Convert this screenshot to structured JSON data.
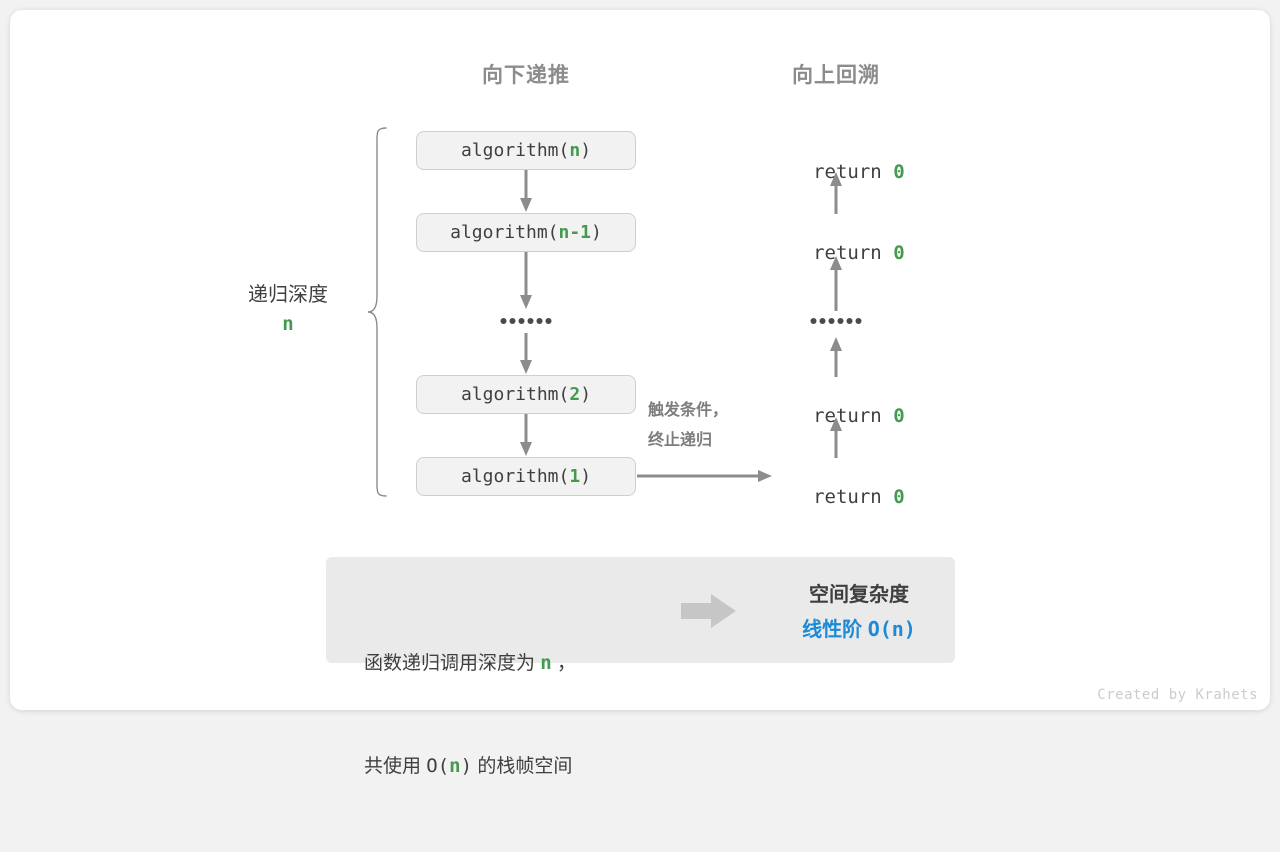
{
  "headers": {
    "down": "向下递推",
    "up": "向上回溯"
  },
  "depth_label": {
    "text": "递归深度",
    "value": "n"
  },
  "call_stack": [
    {
      "prefix": "algorithm(",
      "arg": "n",
      "suffix": ")"
    },
    {
      "prefix": "algorithm(",
      "arg": "n-1",
      "suffix": ")"
    },
    {
      "ellipsis": true
    },
    {
      "prefix": "algorithm(",
      "arg": "2",
      "suffix": ")"
    },
    {
      "prefix": "algorithm(",
      "arg": "1",
      "suffix": ")"
    }
  ],
  "returns": [
    {
      "text": "return ",
      "value": "0"
    },
    {
      "text": "return ",
      "value": "0"
    },
    {
      "ellipsis": true
    },
    {
      "text": "return ",
      "value": "0"
    },
    {
      "text": "return ",
      "value": "0"
    }
  ],
  "trigger_note": {
    "line1": "触发条件，",
    "line2": "终止递归"
  },
  "summary": {
    "left_line1_a": "函数递归调用深度为 ",
    "left_line1_n": "n",
    "left_line1_b": " ，",
    "left_line2_a": "共使用 ",
    "left_line2_op": "O(",
    "left_line2_n": "n",
    "left_line2_cp": ")",
    "left_line2_b": " 的栈帧空间",
    "right_title": "空间复杂度",
    "right_value_text": "线性阶 ",
    "right_value_mono": "O(n)"
  },
  "credit": "Created by Krahets",
  "colors": {
    "accent_green": "#449a4f",
    "accent_blue": "#1e8ad6",
    "text_dark": "#3f3f3f",
    "text_muted": "#8c8c8c",
    "box_fill": "#f2f2f2",
    "box_border": "#cfcfcf",
    "summary_fill": "#eaeaea",
    "arrow_gray": "#7d7d7d",
    "fat_arrow": "#c6c6c6"
  }
}
